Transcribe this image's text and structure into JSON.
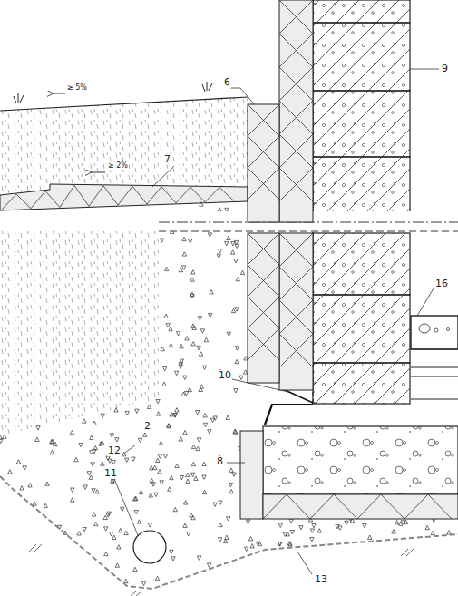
{
  "diagram": {
    "labels": [
      "≥ 5%",
      "≥ 2%",
      "6",
      "7",
      "9",
      "16",
      "10",
      "2",
      "12",
      "8",
      "11",
      "13"
    ]
  }
}
